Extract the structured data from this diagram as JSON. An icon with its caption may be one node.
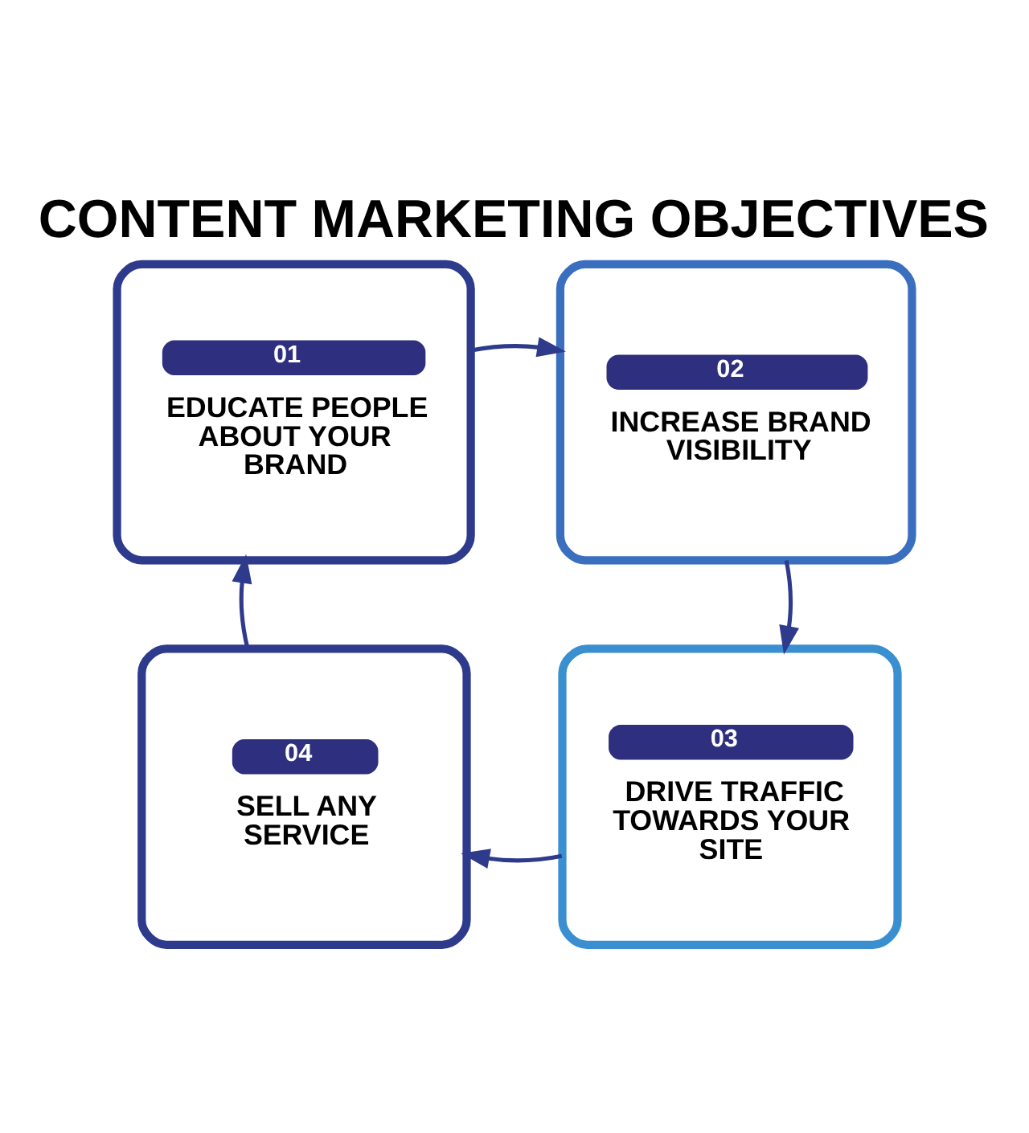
{
  "diagram": {
    "title": "CONTENT MARKETING OBJECTIVES",
    "nodes": [
      {
        "text": [
          "01",
          "EDUCATE PEOPLE ABOUT YOUR BRAND"
        ]
      },
      {
        "text": [
          "02",
          "INCREASE BRAND VISIBILITY"
        ]
      },
      {
        "text": [
          "03",
          "DRIVE TRAFFIC TOWARDS YOUR SITE"
        ]
      },
      {
        "text": [
          "04",
          "SELL ANY SERVICE"
        ]
      }
    ],
    "edges": [
      {
        "from": 0,
        "to": 1,
        "arrow": "to"
      },
      {
        "from": 1,
        "to": 2,
        "arrow": "to"
      },
      {
        "from": 2,
        "to": 3,
        "arrow": "to"
      },
      {
        "from": 3,
        "to": 0,
        "arrow": "to"
      }
    ]
  }
}
